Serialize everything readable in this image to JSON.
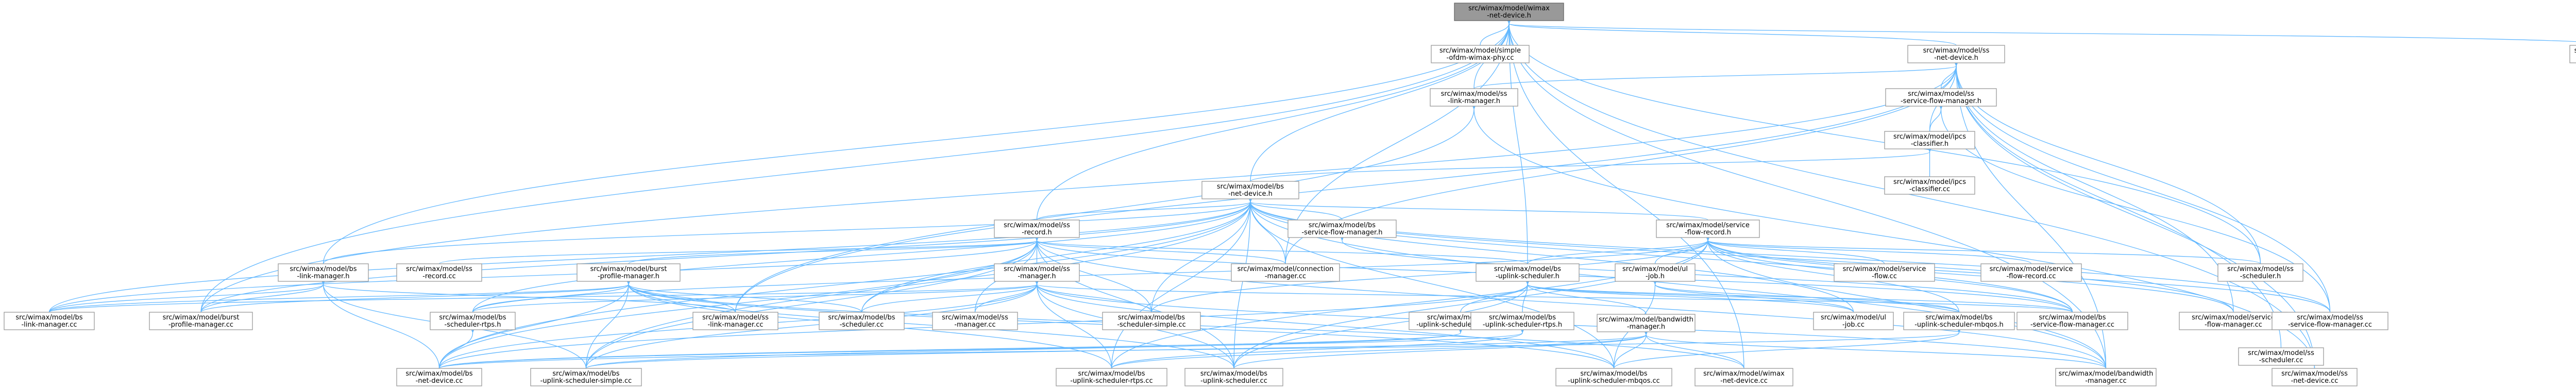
{
  "colors": {
    "edge": "#63b8ff",
    "root_fill": "#999999",
    "node_fill": "#ffffff",
    "node_border": "#999999"
  },
  "nodes": [
    {
      "id": "root",
      "lines": [
        "src/wimax/model/wimax",
        "-net-device.h"
      ],
      "root": true
    },
    {
      "id": "simple_ofdm",
      "lines": [
        "src/wimax/model/simple",
        "-ofdm-wimax-phy.cc"
      ]
    },
    {
      "id": "ss_net_device_h",
      "lines": [
        "src/wimax/model/ss",
        "-net-device.h"
      ]
    },
    {
      "id": "wimax_phy_cc",
      "lines": [
        "src/wimax/model/wimax",
        "-phy.cc"
      ]
    },
    {
      "id": "ss_link_manager_h",
      "lines": [
        "src/wimax/model/ss",
        "-link-manager.h"
      ]
    },
    {
      "id": "ss_service_flow_manager_h",
      "lines": [
        "src/wimax/model/ss",
        "-service-flow-manager.h"
      ]
    },
    {
      "id": "ipcs_classifier_h",
      "lines": [
        "src/wimax/model/ipcs",
        "-classifier.h"
      ]
    },
    {
      "id": "ipcs_classifier_cc",
      "lines": [
        "src/wimax/model/ipcs",
        "-classifier.cc"
      ]
    },
    {
      "id": "bs_net_device_h",
      "lines": [
        "src/wimax/model/bs",
        "-net-device.h"
      ]
    },
    {
      "id": "bs_service_flow_manager_h",
      "lines": [
        "src/wimax/model/bs",
        "-service-flow-manager.h"
      ]
    },
    {
      "id": "service_flow_record_h",
      "lines": [
        "src/wimax/model/service",
        "-flow-record.h"
      ]
    },
    {
      "id": "ss_record_h",
      "lines": [
        "src/wimax/model/ss",
        "-record.h"
      ]
    },
    {
      "id": "bs_link_manager_h",
      "lines": [
        "src/wimax/model/bs",
        "-link-manager.h"
      ]
    },
    {
      "id": "ss_record_cc",
      "lines": [
        "src/wimax/model/ss",
        "-record.cc"
      ]
    },
    {
      "id": "burst_profile_manager_h",
      "lines": [
        "src/wimax/model/burst",
        "-profile-manager.h"
      ]
    },
    {
      "id": "ss_manager_h",
      "lines": [
        "src/wimax/model/ss",
        "-manager.h"
      ]
    },
    {
      "id": "connection_manager_cc",
      "lines": [
        "src/wimax/model/connection",
        "-manager.cc"
      ]
    },
    {
      "id": "bs_uplink_scheduler_h",
      "lines": [
        "src/wimax/model/bs",
        "-uplink-scheduler.h"
      ]
    },
    {
      "id": "ul_job_h",
      "lines": [
        "src/wimax/model/ul",
        "-job.h"
      ]
    },
    {
      "id": "service_flow_cc",
      "lines": [
        "src/wimax/model/service",
        "-flow.cc"
      ]
    },
    {
      "id": "service_flow_record_cc",
      "lines": [
        "src/wimax/model/service",
        "-flow-record.cc"
      ]
    },
    {
      "id": "ss_scheduler_h",
      "lines": [
        "src/wimax/model/ss",
        "-scheduler.h"
      ]
    },
    {
      "id": "bs_link_manager_cc",
      "lines": [
        "src/wimax/model/bs",
        "-link-manager.cc"
      ]
    },
    {
      "id": "burst_profile_manager_cc",
      "lines": [
        "src/wimax/model/burst",
        "-profile-manager.cc"
      ]
    },
    {
      "id": "bs_scheduler_rtps_h",
      "lines": [
        "src/wimax/model/bs",
        "-scheduler-rtps.h"
      ]
    },
    {
      "id": "ss_link_manager_cc",
      "lines": [
        "src/wimax/model/ss",
        "-link-manager.cc"
      ]
    },
    {
      "id": "bs_scheduler_cc",
      "lines": [
        "src/wimax/model/bs",
        "-scheduler.cc"
      ]
    },
    {
      "id": "ss_manager_cc",
      "lines": [
        "src/wimax/model/ss",
        "-manager.cc"
      ]
    },
    {
      "id": "bs_scheduler_simple_cc",
      "lines": [
        "src/wimax/model/bs",
        "-scheduler-simple.cc"
      ]
    },
    {
      "id": "bs_uplink_scheduler_simple_h",
      "lines": [
        "src/wimax/model/bs",
        "-uplink-scheduler-simple.h"
      ]
    },
    {
      "id": "bs_uplink_scheduler_rtps_h",
      "lines": [
        "src/wimax/model/bs",
        "-uplink-scheduler-rtps.h"
      ]
    },
    {
      "id": "bandwidth_manager_h",
      "lines": [
        "src/wimax/model/bandwidth",
        "-manager.h"
      ]
    },
    {
      "id": "ul_job_cc",
      "lines": [
        "src/wimax/model/ul",
        "-job.cc"
      ]
    },
    {
      "id": "bs_uplink_scheduler_mbqos_h",
      "lines": [
        "src/wimax/model/bs",
        "-uplink-scheduler-mbqos.h"
      ]
    },
    {
      "id": "bs_service_flow_manager_cc",
      "lines": [
        "src/wimax/model/bs",
        "-service-flow-manager.cc"
      ]
    },
    {
      "id": "service_flow_manager_cc",
      "lines": [
        "src/wimax/model/service",
        "-flow-manager.cc"
      ]
    },
    {
      "id": "ss_service_flow_manager_cc",
      "lines": [
        "src/wimax/model/ss",
        "-service-flow-manager.cc"
      ]
    },
    {
      "id": "ss_scheduler_cc",
      "lines": [
        "src/wimax/model/ss",
        "-scheduler.cc"
      ]
    },
    {
      "id": "bs_net_device_cc",
      "lines": [
        "src/wimax/model/bs",
        "-net-device.cc"
      ]
    },
    {
      "id": "bs_uplink_scheduler_simple_cc",
      "lines": [
        "src/wimax/model/bs",
        "-uplink-scheduler-simple.cc"
      ]
    },
    {
      "id": "bs_uplink_scheduler_rtps_cc",
      "lines": [
        "src/wimax/model/bs",
        "-uplink-scheduler-rtps.cc"
      ]
    },
    {
      "id": "bs_uplink_scheduler_cc",
      "lines": [
        "src/wimax/model/bs",
        "-uplink-scheduler.cc"
      ]
    },
    {
      "id": "bs_uplink_scheduler_mbqos_cc",
      "lines": [
        "src/wimax/model/bs",
        "-uplink-scheduler-mbqos.cc"
      ]
    },
    {
      "id": "wimax_net_device_cc",
      "lines": [
        "src/wimax/model/wimax",
        "-net-device.cc"
      ]
    },
    {
      "id": "bandwidth_manager_cc",
      "lines": [
        "src/wimax/model/bandwidth",
        "-manager.cc"
      ]
    },
    {
      "id": "ss_net_device_cc",
      "lines": [
        "src/wimax/model/ss",
        "-net-device.cc"
      ]
    }
  ],
  "edges": [
    [
      "root",
      "simple_ofdm"
    ],
    [
      "root",
      "ss_net_device_h"
    ],
    [
      "root",
      "wimax_phy_cc"
    ],
    [
      "root",
      "ss_link_manager_h"
    ],
    [
      "root",
      "bs_net_device_h"
    ],
    [
      "root",
      "ss_record_h"
    ],
    [
      "root",
      "bs_link_manager_h"
    ],
    [
      "root",
      "ss_scheduler_h"
    ],
    [
      "root",
      "wimax_net_device_cc"
    ],
    [
      "root",
      "bandwidth_manager_cc"
    ],
    [
      "root",
      "ss_net_device_cc"
    ],
    [
      "root",
      "burst_profile_manager_cc"
    ],
    [
      "root",
      "bs_uplink_scheduler_h"
    ],
    [
      "root",
      "connection_manager_cc"
    ],
    [
      "ss_net_device_h",
      "ss_link_manager_h"
    ],
    [
      "ss_net_device_h",
      "ss_service_flow_manager_h"
    ],
    [
      "ss_net_device_h",
      "ipcs_classifier_h"
    ],
    [
      "ss_net_device_h",
      "ss_scheduler_h"
    ],
    [
      "ss_net_device_h",
      "ss_scheduler_cc"
    ],
    [
      "ss_net_device_h",
      "ss_net_device_cc"
    ],
    [
      "ss_net_device_h",
      "bandwidth_manager_cc"
    ],
    [
      "ss_net_device_h",
      "service_flow_manager_cc"
    ],
    [
      "ss_net_device_h",
      "ss_service_flow_manager_cc"
    ],
    [
      "ss_net_device_h",
      "ss_link_manager_cc"
    ],
    [
      "ss_net_device_h",
      "burst_profile_manager_cc"
    ],
    [
      "ss_net_device_h",
      "connection_manager_cc"
    ],
    [
      "ss_link_manager_h",
      "ss_link_manager_cc"
    ],
    [
      "ss_link_manager_h",
      "ss_net_device_cc"
    ],
    [
      "ss_service_flow_manager_h",
      "ipcs_classifier_h"
    ],
    [
      "ss_service_flow_manager_h",
      "ss_service_flow_manager_cc"
    ],
    [
      "ipcs_classifier_h",
      "ipcs_classifier_cc"
    ],
    [
      "ipcs_classifier_h",
      "bs_net_device_h"
    ],
    [
      "bs_net_device_h",
      "bs_service_flow_manager_h"
    ],
    [
      "bs_net_device_h",
      "service_flow_record_h"
    ],
    [
      "bs_net_device_h",
      "ss_record_h"
    ],
    [
      "bs_net_device_h",
      "bs_link_manager_h"
    ],
    [
      "bs_net_device_h",
      "bs_link_manager_cc"
    ],
    [
      "bs_net_device_h",
      "burst_profile_manager_cc"
    ],
    [
      "bs_net_device_h",
      "bs_scheduler_rtps_h"
    ],
    [
      "bs_net_device_h",
      "bs_scheduler_cc"
    ],
    [
      "bs_net_device_h",
      "bs_scheduler_simple_cc"
    ],
    [
      "bs_net_device_h",
      "bs_net_device_cc"
    ],
    [
      "bs_net_device_h",
      "bs_uplink_scheduler_simple_cc"
    ],
    [
      "bs_net_device_h",
      "bs_uplink_scheduler_rtps_cc"
    ],
    [
      "bs_net_device_h",
      "bs_uplink_scheduler_cc"
    ],
    [
      "bs_net_device_h",
      "bs_uplink_scheduler_mbqos_cc"
    ],
    [
      "bs_net_device_h",
      "bandwidth_manager_cc"
    ],
    [
      "bs_net_device_h",
      "bs_service_flow_manager_cc"
    ],
    [
      "bs_net_device_h",
      "service_flow_manager_cc"
    ],
    [
      "bs_net_device_h",
      "ss_service_flow_manager_cc"
    ],
    [
      "bs_net_device_h",
      "ul_job_cc"
    ],
    [
      "bs_net_device_h",
      "connection_manager_cc"
    ],
    [
      "bs_service_flow_manager_h",
      "bs_service_flow_manager_cc"
    ],
    [
      "service_flow_record_h",
      "service_flow_cc"
    ],
    [
      "service_flow_record_h",
      "service_flow_record_cc"
    ],
    [
      "service_flow_record_h",
      "ss_scheduler_h"
    ],
    [
      "service_flow_record_h",
      "bs_uplink_scheduler_h"
    ],
    [
      "service_flow_record_h",
      "ul_job_h"
    ],
    [
      "service_flow_record_h",
      "bs_scheduler_rtps_h"
    ],
    [
      "service_flow_record_h",
      "bs_scheduler_simple_cc"
    ],
    [
      "service_flow_record_h",
      "bs_uplink_scheduler_mbqos_h"
    ],
    [
      "service_flow_record_h",
      "bs_service_flow_manager_cc"
    ],
    [
      "service_flow_record_h",
      "service_flow_manager_cc"
    ],
    [
      "service_flow_record_h",
      "ss_service_flow_manager_cc"
    ],
    [
      "service_flow_record_h",
      "bandwidth_manager_cc"
    ],
    [
      "service_flow_record_h",
      "bs_uplink_scheduler_rtps_cc"
    ],
    [
      "service_flow_record_h",
      "bs_uplink_scheduler_cc"
    ],
    [
      "ss_record_h",
      "ss_record_cc"
    ],
    [
      "ss_record_h",
      "burst_profile_manager_h"
    ],
    [
      "ss_record_h",
      "ss_manager_h"
    ],
    [
      "ss_record_h",
      "connection_manager_cc"
    ],
    [
      "ss_record_h",
      "bs_uplink_scheduler_h"
    ],
    [
      "ss_record_h",
      "bs_link_manager_cc"
    ],
    [
      "ss_record_h",
      "bs_scheduler_cc"
    ],
    [
      "ss_record_h",
      "bs_net_device_cc"
    ],
    [
      "ss_record_h",
      "bs_uplink_scheduler_cc"
    ],
    [
      "ss_record_h",
      "bs_service_flow_manager_cc"
    ],
    [
      "ss_record_h",
      "bandwidth_manager_cc"
    ],
    [
      "ss_record_h",
      "ss_manager_cc"
    ],
    [
      "ss_record_h",
      "bs_scheduler_simple_cc"
    ],
    [
      "ss_record_h",
      "bs_uplink_scheduler_simple_cc"
    ],
    [
      "bs_link_manager_h",
      "bs_link_manager_cc"
    ],
    [
      "bs_link_manager_h",
      "bs_net_device_cc"
    ],
    [
      "bs_link_manager_h",
      "burst_profile_manager_cc"
    ],
    [
      "bs_link_manager_h",
      "ss_link_manager_cc"
    ],
    [
      "bs_link_manager_h",
      "bs_uplink_scheduler_simple_cc"
    ],
    [
      "burst_profile_manager_h",
      "burst_profile_manager_cc"
    ],
    [
      "burst_profile_manager_h",
      "bs_scheduler_rtps_h"
    ],
    [
      "burst_profile_manager_h",
      "ss_link_manager_cc"
    ],
    [
      "burst_profile_manager_h",
      "bs_scheduler_cc"
    ],
    [
      "burst_profile_manager_h",
      "bs_net_device_cc"
    ],
    [
      "burst_profile_manager_h",
      "bs_uplink_scheduler_simple_cc"
    ],
    [
      "burst_profile_manager_h",
      "bs_uplink_scheduler_rtps_cc"
    ],
    [
      "burst_profile_manager_h",
      "bs_uplink_scheduler_cc"
    ],
    [
      "burst_profile_manager_h",
      "wimax_net_device_cc"
    ],
    [
      "burst_profile_manager_h",
      "bs_uplink_scheduler_mbqos_cc"
    ],
    [
      "burst_profile_manager_h",
      "bs_link_manager_cc"
    ],
    [
      "ss_manager_h",
      "ss_manager_cc"
    ],
    [
      "ss_manager_h",
      "bs_scheduler_rtps_h"
    ],
    [
      "ss_manager_h",
      "bs_scheduler_cc"
    ],
    [
      "ss_manager_h",
      "bs_scheduler_simple_cc"
    ],
    [
      "ss_manager_h",
      "bs_net_device_cc"
    ],
    [
      "ss_manager_h",
      "bs_uplink_scheduler_simple_cc"
    ],
    [
      "ss_manager_h",
      "bs_uplink_scheduler_rtps_cc"
    ],
    [
      "ss_manager_h",
      "bs_uplink_scheduler_cc"
    ],
    [
      "ss_manager_h",
      "bs_uplink_scheduler_mbqos_cc"
    ],
    [
      "ss_manager_h",
      "bandwidth_manager_cc"
    ],
    [
      "ss_manager_h",
      "bs_link_manager_cc"
    ],
    [
      "ss_manager_h",
      "bs_service_flow_manager_cc"
    ],
    [
      "bs_uplink_scheduler_h",
      "bs_uplink_scheduler_simple_h"
    ],
    [
      "bs_uplink_scheduler_h",
      "bs_uplink_scheduler_rtps_h"
    ],
    [
      "bs_uplink_scheduler_h",
      "bs_uplink_scheduler_mbqos_h"
    ],
    [
      "bs_uplink_scheduler_h",
      "bandwidth_manager_h"
    ],
    [
      "bs_uplink_scheduler_h",
      "bs_uplink_scheduler_cc"
    ],
    [
      "bs_uplink_scheduler_h",
      "bs_net_device_cc"
    ],
    [
      "bs_uplink_scheduler_h",
      "ul_job_cc"
    ],
    [
      "bs_uplink_scheduler_h",
      "bs_service_flow_manager_cc"
    ],
    [
      "ul_job_h",
      "ul_job_cc"
    ],
    [
      "ul_job_h",
      "bs_uplink_scheduler_mbqos_h"
    ],
    [
      "ul_job_h",
      "bs_uplink_scheduler_mbqos_cc"
    ],
    [
      "bs_uplink_scheduler_simple_h",
      "bs_uplink_scheduler_simple_cc"
    ],
    [
      "bs_uplink_scheduler_simple_h",
      "bs_net_device_cc"
    ],
    [
      "bs_uplink_scheduler_rtps_h",
      "bs_uplink_scheduler_rtps_cc"
    ],
    [
      "bs_uplink_scheduler_rtps_h",
      "bs_net_device_cc"
    ],
    [
      "bs_uplink_scheduler_mbqos_h",
      "bs_uplink_scheduler_mbqos_cc"
    ],
    [
      "bs_uplink_scheduler_mbqos_h",
      "bs_net_device_cc"
    ],
    [
      "bandwidth_manager_h",
      "bandwidth_manager_cc"
    ],
    [
      "bandwidth_manager_h",
      "wimax_net_device_cc"
    ],
    [
      "bandwidth_manager_h",
      "bs_uplink_scheduler_simple_cc"
    ],
    [
      "bandwidth_manager_h",
      "bs_uplink_scheduler_rtps_cc"
    ],
    [
      "bandwidth_manager_h",
      "bs_uplink_scheduler_cc"
    ],
    [
      "bandwidth_manager_h",
      "bs_uplink_scheduler_mbqos_cc"
    ],
    [
      "bs_scheduler_rtps_h",
      "bs_net_device_cc"
    ],
    [
      "bs_scheduler_rtps_h",
      "bs_scheduler_rtps_h"
    ]
  ]
}
